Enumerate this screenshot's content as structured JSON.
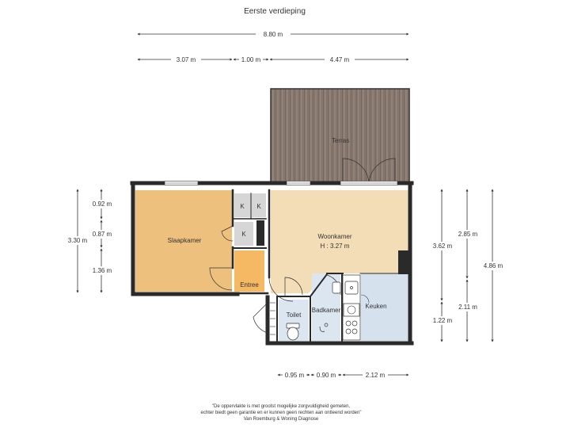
{
  "title": "Eerste verdieping",
  "dimensions": {
    "total_width": "8.80 m",
    "seg_left": "3.07 m",
    "seg_mid": "1.00 m",
    "seg_right": "4.47 m",
    "left_total": "3.30 m",
    "left_top": "0.92 m",
    "left_mid": "0.87 m",
    "left_bottom": "1.36 m",
    "right_inner": "3.62 m",
    "right_inner_bottom": "1.22 m",
    "right_upper": "2.85 m",
    "right_lower": "2.11 m",
    "right_total": "4.86 m",
    "bottom_a": "0.95 m",
    "bottom_b": "0.90 m",
    "bottom_c": "2.12 m"
  },
  "rooms": {
    "terras": "Terras",
    "slaapkamer": "Slaapkamer",
    "woonkamer": "Woonkamer",
    "woonkamer_height": "H : 3.27 m",
    "entree": "Entree",
    "toilet": "Toilet",
    "badkamer": "Badkamer",
    "keuken": "Keuken",
    "kast1": "K",
    "kast2": "K",
    "kast3": "K"
  },
  "footer": {
    "line1": "\"De oppervlakte is met grootst mogelijke zorgvuldigheid gemeten,",
    "line2": "echter biedt geen garantie en er kunnen geen rechten aan ontleend worden\"",
    "line3": "Van Roemburg & Woning Diagnose"
  },
  "colors": {
    "slaapkamer": "#EDC07E",
    "woonkamer": "#F3DDB7",
    "entree": "#F5B963",
    "keuken": "#D5E2EE",
    "bathroom": "#DCE6F0",
    "wall": "#2a2a2a",
    "terras": "#8C7D73"
  }
}
